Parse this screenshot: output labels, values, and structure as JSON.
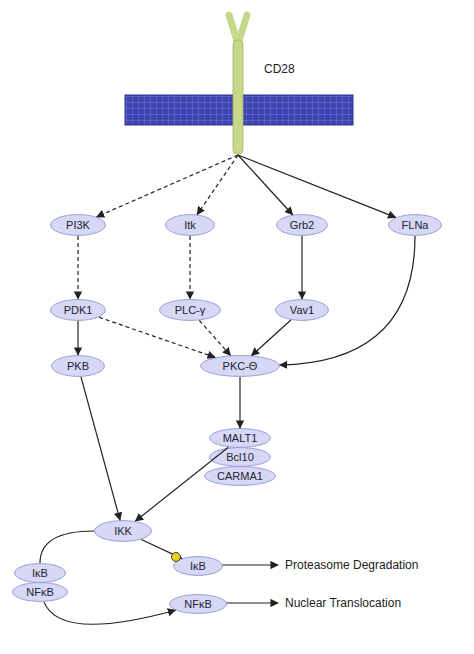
{
  "diagram": {
    "nodes": [
      {
        "text": [
          "CD28"
        ]
      },
      {
        "text": [
          "PI3K"
        ]
      },
      {
        "text": [
          "Itk"
        ]
      },
      {
        "text": [
          "Grb2"
        ]
      },
      {
        "text": [
          "FLNa"
        ]
      },
      {
        "text": [
          "PDK1"
        ]
      },
      {
        "text": [
          "PLC-γ"
        ]
      },
      {
        "text": [
          "Vav1"
        ]
      },
      {
        "text": [
          "PKB"
        ]
      },
      {
        "text": [
          "PKC-Θ"
        ]
      },
      {
        "text": [
          "MALT1"
        ]
      },
      {
        "text": [
          "Bcl10"
        ]
      },
      {
        "text": [
          "CARMA1"
        ]
      },
      {
        "text": [
          "IKK"
        ]
      },
      {
        "text": [
          "IκB"
        ]
      },
      {
        "text": [
          "NFκB"
        ]
      },
      {
        "text": [
          "IκB"
        ]
      },
      {
        "text": [
          "NFκB"
        ]
      }
    ],
    "edges": [
      {
        "from": 0,
        "to": 1,
        "arrow": "to"
      },
      {
        "from": 0,
        "to": 2,
        "arrow": "to"
      },
      {
        "from": 0,
        "to": 3,
        "arrow": "to"
      },
      {
        "from": 0,
        "to": 4,
        "arrow": "to"
      },
      {
        "from": 1,
        "to": 5,
        "arrow": "to"
      },
      {
        "from": 2,
        "to": 6,
        "arrow": "to"
      },
      {
        "from": 3,
        "to": 7,
        "arrow": "to"
      },
      {
        "from": 4,
        "to": 9,
        "arrow": "to"
      },
      {
        "from": 5,
        "to": 8,
        "arrow": "to"
      },
      {
        "from": 5,
        "to": 9,
        "arrow": "to"
      },
      {
        "from": 6,
        "to": 9,
        "arrow": "to"
      },
      {
        "from": 7,
        "to": 9,
        "arrow": "to"
      },
      {
        "from": 8,
        "to": 13,
        "arrow": "to"
      },
      {
        "from": 9,
        "to": 10,
        "arrow": "to"
      },
      {
        "from": 10,
        "to": 13,
        "arrow": "to"
      },
      {
        "from": 13,
        "to": 16,
        "arrow": "to"
      },
      {
        "from": 14,
        "to": 13,
        "arrow": "none"
      },
      {
        "from": 15,
        "to": 17,
        "arrow": "to"
      }
    ],
    "labels": [
      "Proteasome Degradation",
      "Nuclear Translocation"
    ]
  }
}
